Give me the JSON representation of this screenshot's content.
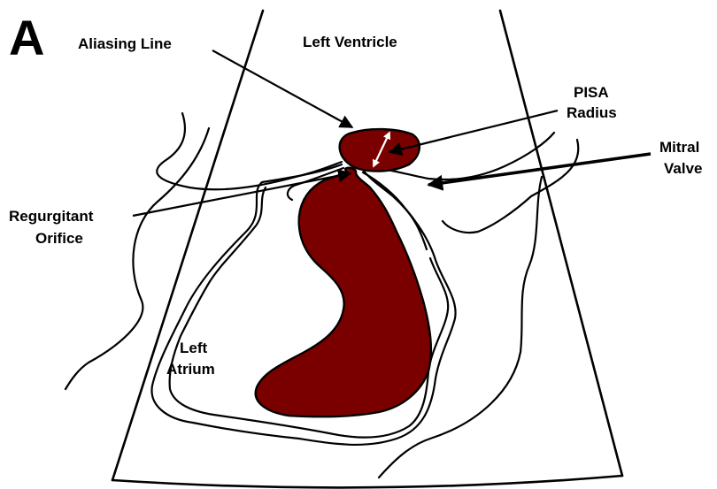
{
  "figure": {
    "panel_letter": "A",
    "jet_color": "#7a0000",
    "radius_arrow_color": "#ffffff",
    "labels": {
      "aliasing_line": "Aliasing Line",
      "left_ventricle": "Left Ventricle",
      "pisa_radius_line1": "PISA",
      "pisa_radius_line2": "Radius",
      "mitral_valve_line1": "Mitral",
      "mitral_valve_line2": "Valve",
      "regurgitant_orifice_line1": "Regurgitant",
      "regurgitant_orifice_line2": "Orifice",
      "left_atrium_line1": "Left",
      "left_atrium_line2": "Atrium"
    }
  }
}
